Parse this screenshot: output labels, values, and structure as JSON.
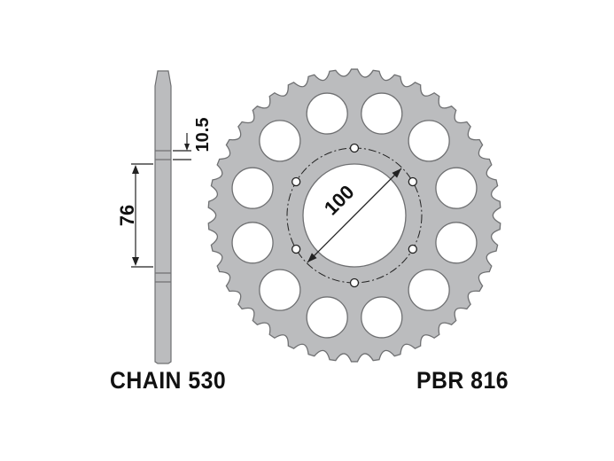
{
  "part_number": "PBR 816",
  "chain": "CHAIN 530",
  "dimensions": {
    "pcd": "100",
    "hub_height": "76",
    "thickness": "10.5"
  },
  "colors": {
    "metal": "#bbbcbe",
    "outline": "#6f7072",
    "line": "#222222"
  }
}
